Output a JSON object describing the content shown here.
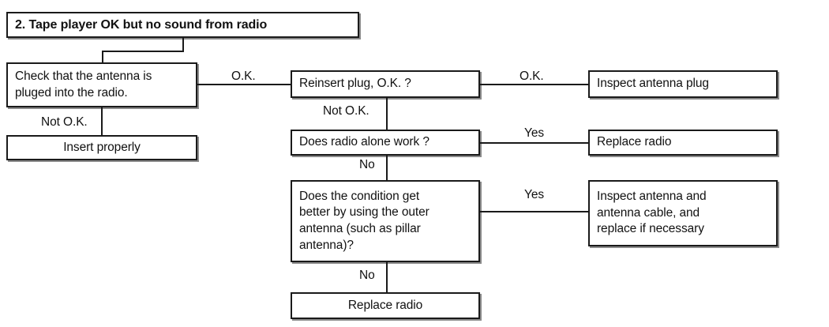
{
  "diagram": {
    "title": "2. Tape player OK but no sound from radio",
    "nodes": {
      "title_box": "2. Tape player OK but no sound from radio",
      "check_antenna": "Check that the antenna is\npluged into the radio.",
      "insert_properly": "Insert properly",
      "reinsert_plug": "Reinsert plug, O.K. ?",
      "inspect_antenna_plug": "Inspect antenna plug",
      "radio_alone": "Does radio alone work ?",
      "replace_radio_1": "Replace radio",
      "outer_antenna": "Does the condition get\nbetter by using the outer\nantenna (such as pillar\nantenna)?",
      "inspect_antenna_cable": "Inspect antenna and\nantenna cable, and\nreplace if necessary",
      "replace_radio_2": "Replace radio"
    },
    "edge_labels": {
      "check_ok": "O.K.",
      "check_not_ok": "Not O.K.",
      "reinsert_ok": "O.K.",
      "reinsert_not_ok": "Not O.K.",
      "radio_yes": "Yes",
      "radio_no": "No",
      "outer_yes": "Yes",
      "outer_no": "No"
    },
    "colors": {
      "stroke": "#1a1a1a",
      "shadow": "#8a8a8a",
      "fill": "#ffffff",
      "text": "#111111"
    }
  }
}
